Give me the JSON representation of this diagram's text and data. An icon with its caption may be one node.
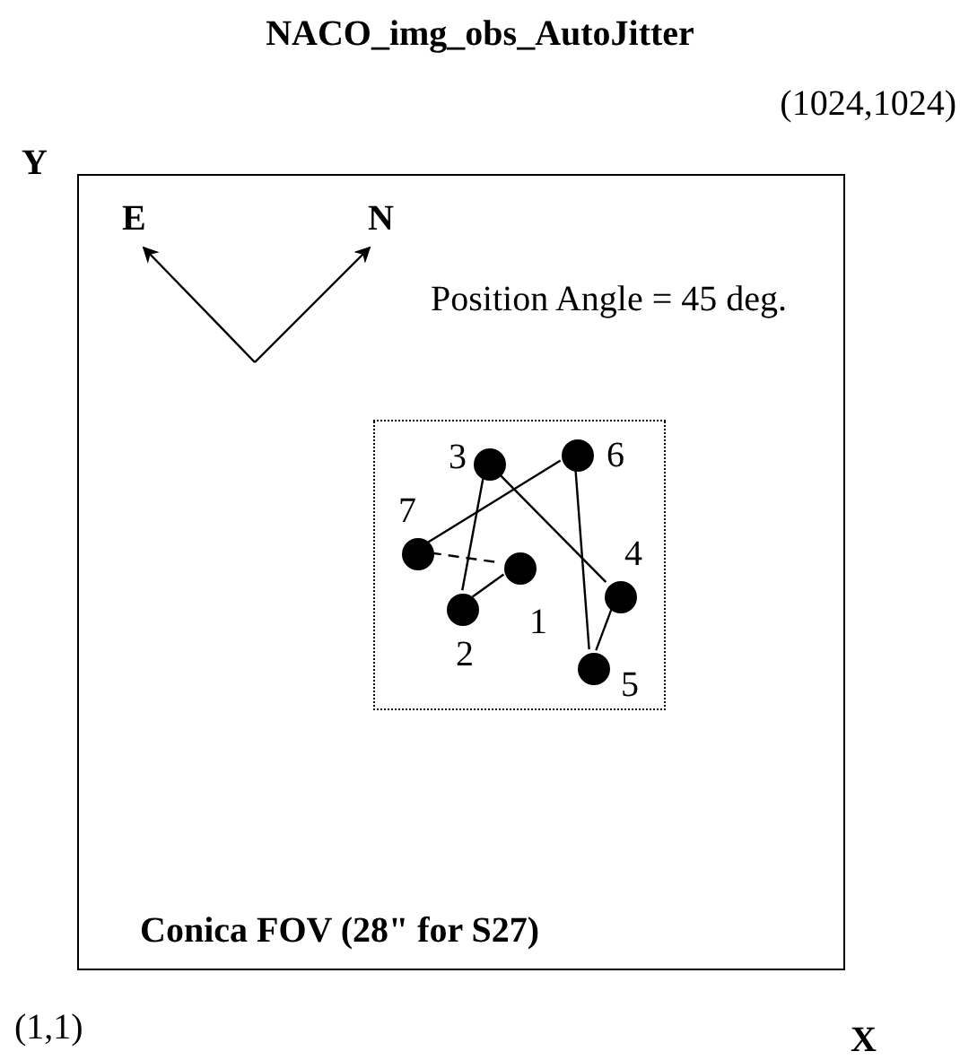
{
  "diagram": {
    "title": "NACO_img_obs_AutoJitter",
    "nodes": [
      {
        "text": [
          "Conica FOV (28\" for S27)"
        ]
      },
      {
        "text": [],
        "shape": "box",
        "in": 0
      },
      {
        "text": [],
        "shape": "circle",
        "beside": [
          "1"
        ],
        "in": 1
      },
      {
        "text": [],
        "shape": "circle",
        "beside": [
          "2"
        ],
        "in": 1
      },
      {
        "text": [],
        "shape": "circle",
        "beside": [
          "3"
        ],
        "in": 1
      },
      {
        "text": [],
        "shape": "circle",
        "beside": [
          "4"
        ],
        "in": 1
      },
      {
        "text": [],
        "shape": "circle",
        "beside": [
          "5"
        ],
        "in": 1
      },
      {
        "text": [],
        "shape": "circle",
        "beside": [
          "6"
        ],
        "in": 1
      },
      {
        "text": [],
        "shape": "circle",
        "beside": [
          "7"
        ],
        "in": 1
      }
    ],
    "edges": [
      {
        "from": 2,
        "to": 3,
        "arrow": "none"
      },
      {
        "from": 3,
        "to": 4,
        "arrow": "none"
      },
      {
        "from": 4,
        "to": 5,
        "arrow": "none"
      },
      {
        "from": 5,
        "to": 6,
        "arrow": "none"
      },
      {
        "from": 6,
        "to": 7,
        "arrow": "none"
      },
      {
        "from": 7,
        "to": 8,
        "arrow": "none"
      },
      {
        "from": 8,
        "to": 2,
        "arrow": "none",
        "style": "dashed"
      }
    ],
    "labels": [
      "(1024,1024)",
      "Y",
      "E",
      "N",
      "Position Angle = 45 deg.",
      "X",
      "(1,1)"
    ]
  }
}
